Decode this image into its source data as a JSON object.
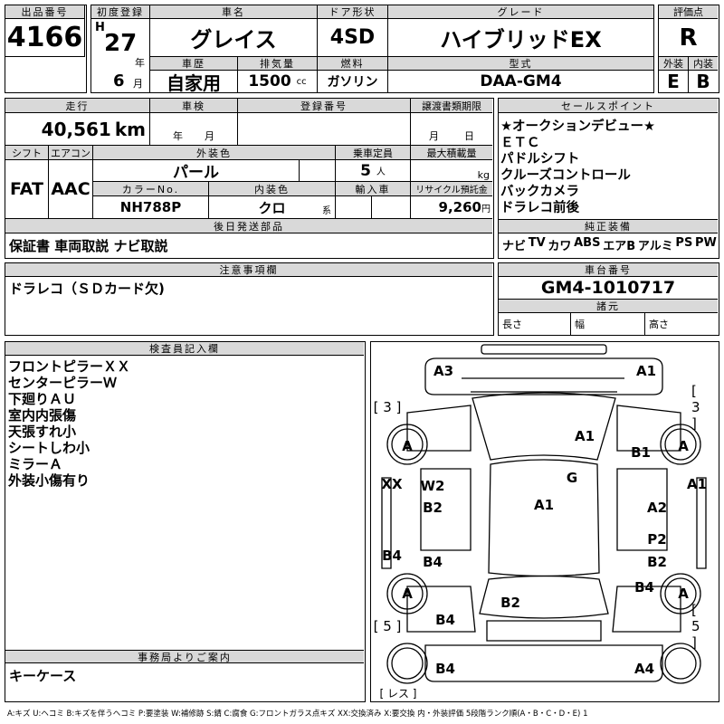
{
  "lot": {
    "label": "出品番号",
    "value": "4166"
  },
  "first_reg": {
    "label": "初度登録",
    "era": "H",
    "year": "27",
    "year_unit": "年",
    "month": "6",
    "month_unit": "月"
  },
  "car_name": {
    "label": "車名",
    "value": "グレイス"
  },
  "door": {
    "label": "ドア形状",
    "value": "4SD"
  },
  "grade": {
    "label": "グレード",
    "value": "ハイブリッドEX"
  },
  "score": {
    "label": "評価点",
    "value": "R",
    "ext_label": "外装",
    "int_label": "内装",
    "ext": "E",
    "int": "B"
  },
  "history": {
    "label": "車歴",
    "value": "自家用"
  },
  "displacement": {
    "label": "排気量",
    "value": "1500",
    "unit": "cc"
  },
  "fuel": {
    "label": "燃料",
    "value": "ガソリン"
  },
  "model": {
    "label": "型式",
    "value": "DAA-GM4"
  },
  "mileage": {
    "label": "走行",
    "value": "40,561",
    "unit": "km"
  },
  "inspection": {
    "label": "車検",
    "year_unit": "年",
    "month_unit": "月"
  },
  "reg_no": {
    "label": "登録番号"
  },
  "transfer": {
    "label": "譲渡書類期限",
    "month_unit": "月",
    "day_unit": "日"
  },
  "shift": {
    "label": "シフト",
    "value": "FAT"
  },
  "ac": {
    "label": "エアコン",
    "value": "AAC"
  },
  "ext_color": {
    "label": "外装色",
    "value": "パール"
  },
  "capacity": {
    "label": "乗車定員",
    "value": "5",
    "unit": "人"
  },
  "max_load": {
    "label": "最大積載量",
    "unit": "kg"
  },
  "color_no": {
    "label": "カラーNo.",
    "value": "NH788P"
  },
  "int_color": {
    "label": "内装色",
    "value": "クロ",
    "unit": "系"
  },
  "import": {
    "label": "輸入車"
  },
  "recycle": {
    "label": "リサイクル預託金",
    "value": "9,260",
    "unit": "円"
  },
  "later_parts": {
    "label": "後日発送部品",
    "value": "保証書 車両取説 ナビ取説"
  },
  "sales_points": {
    "label": "セールスポイント",
    "items": [
      "★オークションデビュー★",
      "ＥＴＣ",
      "パドルシフト",
      "クルーズコントロール",
      "バックカメラ",
      "ドラレコ前後"
    ]
  },
  "equipment": {
    "label": "純正装備",
    "items": [
      "ナビ",
      "TV",
      "カワ",
      "ABS",
      "エアB",
      "アルミ",
      "PS",
      "PW"
    ]
  },
  "notes": {
    "label": "注意事項欄",
    "value": "ドラレコ（ＳＤカード欠)"
  },
  "chassis": {
    "label": "車台番号",
    "value": "GM4-1010717"
  },
  "specs": {
    "label": "諸元",
    "length": "長さ",
    "width": "幅",
    "height": "高さ"
  },
  "inspector": {
    "label": "検査員記入欄",
    "lines": [
      "フロントピラーＸＸ",
      "センターピラーＷ",
      "下廻りＡＵ",
      "室内内張傷",
      "天張すれ小",
      "シートしわ小",
      "ミラーＡ",
      "外装小傷有り"
    ]
  },
  "office": {
    "label": "事務局よりご案内",
    "value": "キーケース"
  },
  "diagram": {
    "marks": [
      "A3",
      "A1",
      "[ 3 ]",
      "[ 3 ]",
      "A",
      "A1",
      "B1",
      "A",
      "XX",
      "W2",
      "G",
      "A1",
      "B2",
      "A1",
      "A2",
      "B4",
      "B4",
      "P2",
      "B2",
      "A",
      "B4",
      "A",
      "B2",
      "B4",
      "[ 5 ]",
      "[ 5 ]",
      "B4",
      "A4",
      "[ レス ]"
    ]
  },
  "legend": "A:キズ U:ヘコミ B:キズを伴うヘコミ P:要塗装 W:補修跡 S:錆 C:腐食 G:フロントガラス点キズ XX:交換済み X:要交換 内・外装評価 5段階ランク順(A・B・C・D・E) 1"
}
